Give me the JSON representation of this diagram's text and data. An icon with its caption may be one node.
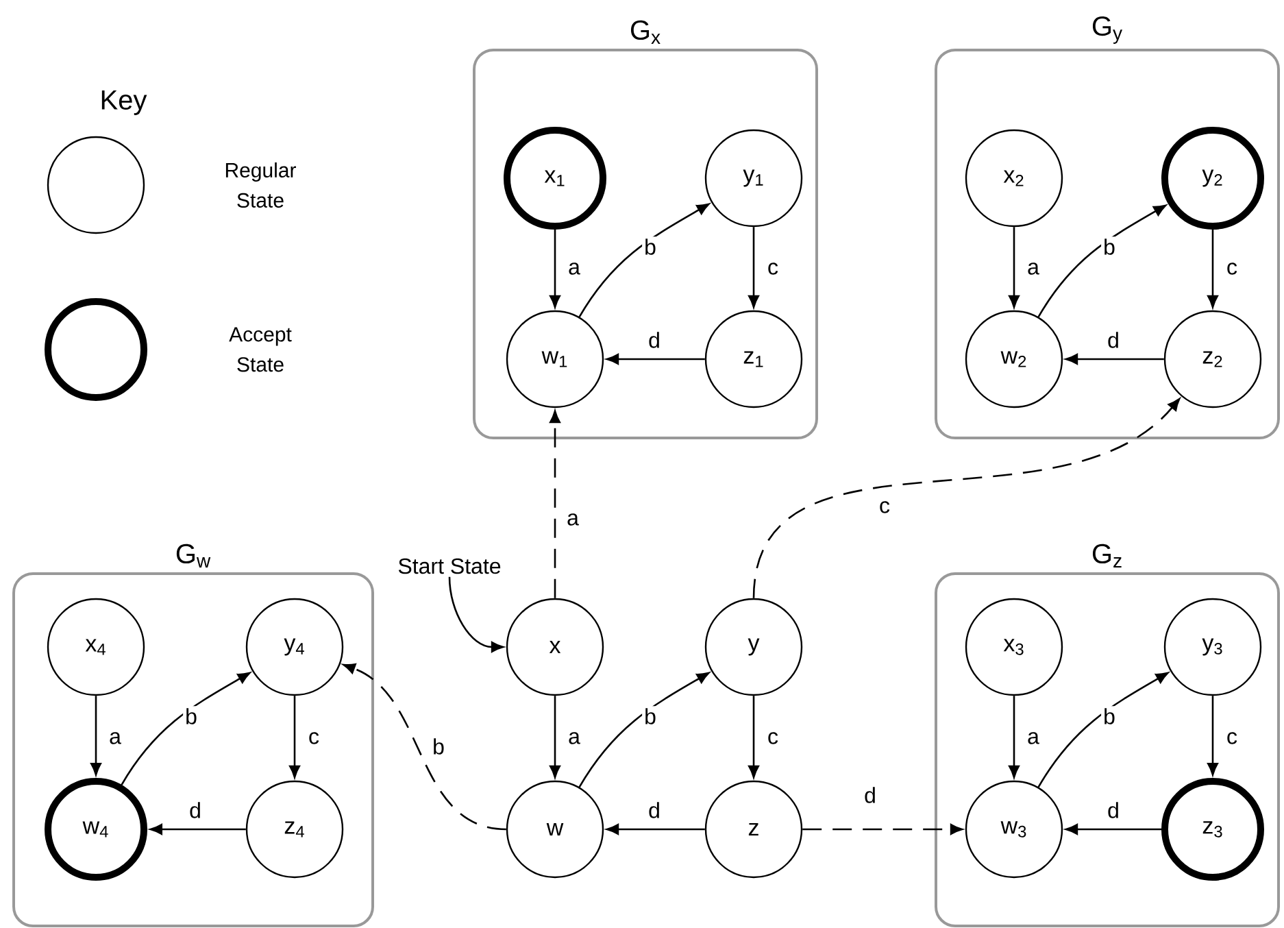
{
  "diagram": {
    "nodes": [
      {
        "text": [
          "G$_{x}$"
        ]
      },
      {
        "text": [
          "x$_{1}$"
        ],
        "in": 0
      },
      {
        "text": [
          "y$_{1}$"
        ],
        "in": 0
      },
      {
        "text": [
          "w$_{1}$"
        ],
        "in": 0
      },
      {
        "text": [
          "z$_{1}$"
        ],
        "in": 0
      },
      {
        "text": [
          "G$_{y}$"
        ]
      },
      {
        "text": [
          "x$_{2}$"
        ],
        "in": 5
      },
      {
        "text": [
          "y$_{2}$"
        ],
        "in": 5
      },
      {
        "text": [
          "w$_{2}$"
        ],
        "in": 5
      },
      {
        "text": [
          "z$_{2}$"
        ],
        "in": 5
      },
      {
        "text": [
          "G$_{w}$"
        ]
      },
      {
        "text": [
          "x$_{4}$"
        ],
        "in": 10
      },
      {
        "text": [
          "y$_{4}$"
        ],
        "in": 10
      },
      {
        "text": [
          "w$_{4}$"
        ],
        "in": 10
      },
      {
        "text": [
          "z$_{4}$"
        ],
        "in": 10
      },
      {
        "text": [
          "Start State"
        ]
      },
      {
        "text": [
          "x"
        ]
      },
      {
        "text": [
          "y"
        ]
      },
      {
        "text": [
          "G$_{z}$"
        ]
      },
      {
        "text": [
          "x$_{3}$"
        ],
        "in": 18
      },
      {
        "text": [
          "y$_{3}$"
        ],
        "in": 18
      },
      {
        "text": [
          "w$_{3}$"
        ],
        "in": 18
      },
      {
        "text": [
          "z$_{3}$"
        ],
        "in": 18
      },
      {
        "text": [
          "w"
        ]
      },
      {
        "text": [
          "z"
        ]
      }
    ],
    "edges": [
      {
        "from": 1,
        "to": 3,
        "arrow": "to",
        "label": "a"
      },
      {
        "from": 3,
        "to": 2,
        "arrow": "to",
        "label": "b"
      },
      {
        "from": 2,
        "to": 4,
        "arrow": "to",
        "label": "c"
      },
      {
        "from": 4,
        "to": 3,
        "arrow": "to",
        "label": "d"
      },
      {
        "from": 6,
        "to": 8,
        "arrow": "to",
        "label": "a"
      },
      {
        "from": 8,
        "to": 7,
        "arrow": "to",
        "label": "b"
      },
      {
        "from": 7,
        "to": 9,
        "arrow": "to",
        "label": "c"
      },
      {
        "from": 9,
        "to": 8,
        "arrow": "to",
        "label": "d"
      },
      {
        "from": 11,
        "to": 13,
        "arrow": "to",
        "label": "a"
      },
      {
        "from": 13,
        "to": 12,
        "arrow": "to",
        "label": "b"
      },
      {
        "from": 12,
        "to": 14,
        "arrow": "to",
        "label": "c"
      },
      {
        "from": 14,
        "to": 13,
        "arrow": "to",
        "label": "d"
      },
      {
        "from": 19,
        "to": 21,
        "arrow": "to",
        "label": "a"
      },
      {
        "from": 21,
        "to": 20,
        "arrow": "to",
        "label": "b"
      },
      {
        "from": 20,
        "to": 22,
        "arrow": "to",
        "label": "c"
      },
      {
        "from": 22,
        "to": 21,
        "arrow": "to",
        "label": "d"
      },
      {
        "from": 16,
        "to": 23,
        "arrow": "to",
        "label": "a"
      },
      {
        "from": 23,
        "to": 17,
        "arrow": "to",
        "label": "b"
      },
      {
        "from": 17,
        "to": 24,
        "arrow": "to",
        "label": "c"
      },
      {
        "from": 24,
        "to": 23,
        "arrow": "to",
        "label": "d"
      },
      {
        "from": 16,
        "to": 3,
        "arrow": "to",
        "label": "a",
        "style": "dashed"
      },
      {
        "from": 17,
        "to": 9,
        "arrow": "to",
        "label": "c",
        "style": "dashed"
      },
      {
        "from": 23,
        "to": 12,
        "arrow": "to",
        "label": "b",
        "style": "dashed"
      },
      {
        "from": 24,
        "to": 21,
        "arrow": "to",
        "label": "d",
        "style": "dashed"
      },
      {
        "from": 15,
        "to": 16,
        "arrow": "to"
      }
    ],
    "labels": [
      "Key"
    ],
    "legend": [
      {
        "text": "Regular State"
      },
      {
        "text": "Accept State"
      }
    ]
  }
}
